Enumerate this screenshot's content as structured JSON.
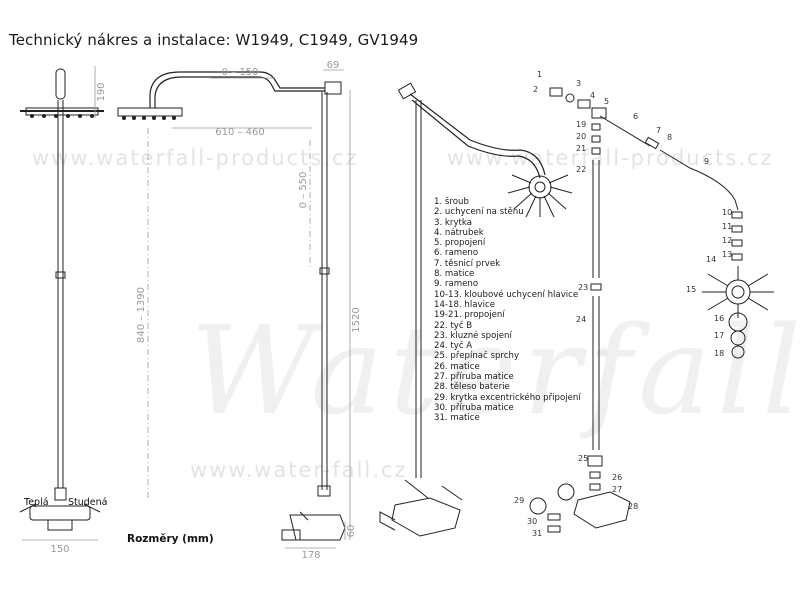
{
  "title": "Technický nákres a instalace: W1949, C1949, GV1949",
  "watermark": {
    "url_top_left": "www.waterfall-products.cz",
    "url_top_right": "www.waterfall-products.cz",
    "url_bottom": "www.water-fall.cz",
    "logo_script": "Waterfall",
    "registered_mark": "®"
  },
  "dimensions": {
    "label": "Rozměry (mm)",
    "arm_range": "610 – 460",
    "arm_offset": "0 – 150",
    "top_offset": "69",
    "head_height": "190",
    "riser_adjust": "0 – 550",
    "height_range": "840 – 1390",
    "total_height": "1520",
    "valve_width": "150",
    "valve_depth": "178",
    "valve_height": "60",
    "valve_hot": "Teplá",
    "valve_cold": "Studená"
  },
  "parts": [
    "1. šroub",
    "2. uchycení na stěnu",
    "3. krytka",
    "4. nátrubek",
    "5. propojení",
    "6. rameno",
    "7. těsnicí prvek",
    "8. matice",
    "9. rameno",
    "10-13. kloubové uchycení hlavice",
    "14-18. hlavice",
    "19-21. propojení",
    "22. tyč B",
    "23. kluzné spojení",
    "24. tyč A",
    "25. přepínač sprchy",
    "26. matice",
    "27. příruba matice",
    "28. těleso baterie",
    "29. krytka excentrického připojení",
    "30. příruba matice",
    "31. matice"
  ],
  "part_numbers": [
    "1",
    "2",
    "3",
    "4",
    "5",
    "6",
    "7",
    "8",
    "9",
    "10",
    "11",
    "12",
    "13",
    "14",
    "15",
    "16",
    "17",
    "18",
    "19",
    "20",
    "21",
    "22",
    "23",
    "24",
    "25",
    "26",
    "27",
    "28",
    "29",
    "30",
    "31"
  ],
  "colors": {
    "line": "#222222",
    "dimension": "#9a9a9a",
    "watermark": "#e3e3e3"
  }
}
